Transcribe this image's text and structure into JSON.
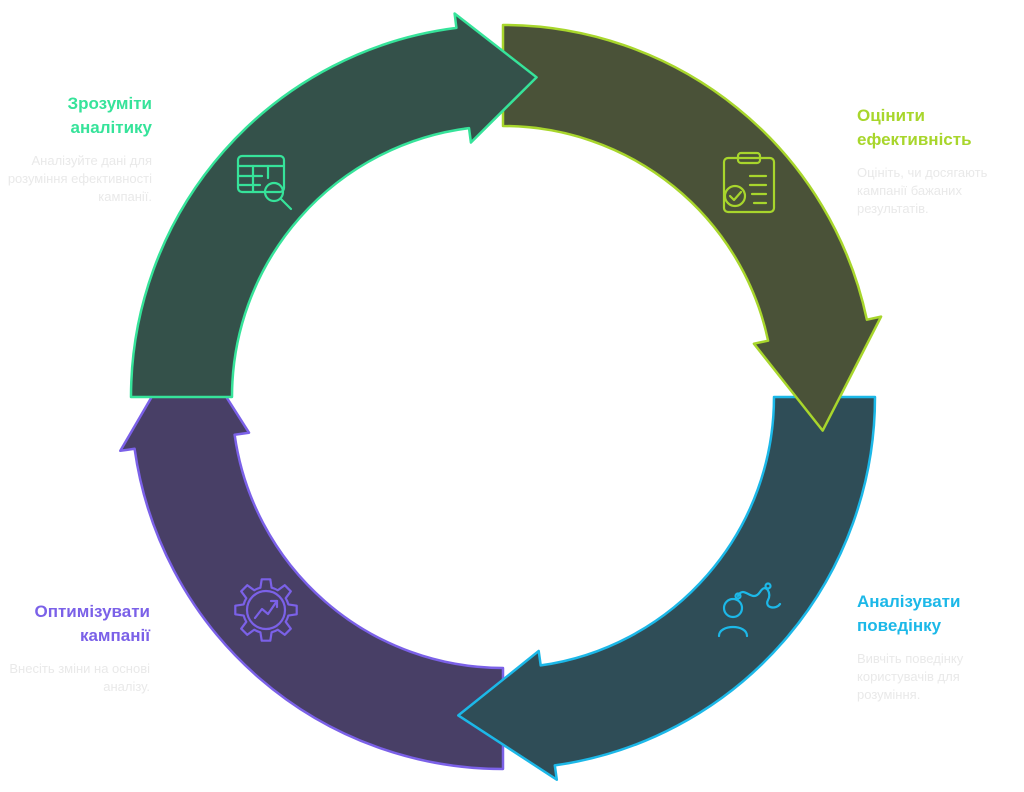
{
  "colors": {
    "understand": "#36E39A",
    "evaluate": "#A8D62C",
    "analyze": "#1CB8E8",
    "optimize": "#7B61E8",
    "fill_understand": "#34514A",
    "fill_evaluate": "#4A5238",
    "fill_analyze": "#2F4D57",
    "fill_optimize": "#483F66",
    "description": "#E9E9E9"
  },
  "steps": [
    {
      "id": "understand",
      "title": "Зрозуміти аналітику",
      "description": "Аналізуйте дані для розуміння ефективності кампанії.",
      "icon": "table-search-icon"
    },
    {
      "id": "evaluate",
      "title": "Оцінити ефективність",
      "description": "Оцініть, чи досягають кампанії бажаних результатів.",
      "icon": "clipboard-check-icon"
    },
    {
      "id": "analyze",
      "title": "Аналізувати поведінку",
      "description": "Вивчіть поведінку користувачів для розуміння.",
      "icon": "user-path-icon"
    },
    {
      "id": "optimize",
      "title": "Оптимізувати кампанії",
      "description": "Внесіть зміни на основі аналізу.",
      "icon": "gear-chart-icon"
    }
  ]
}
